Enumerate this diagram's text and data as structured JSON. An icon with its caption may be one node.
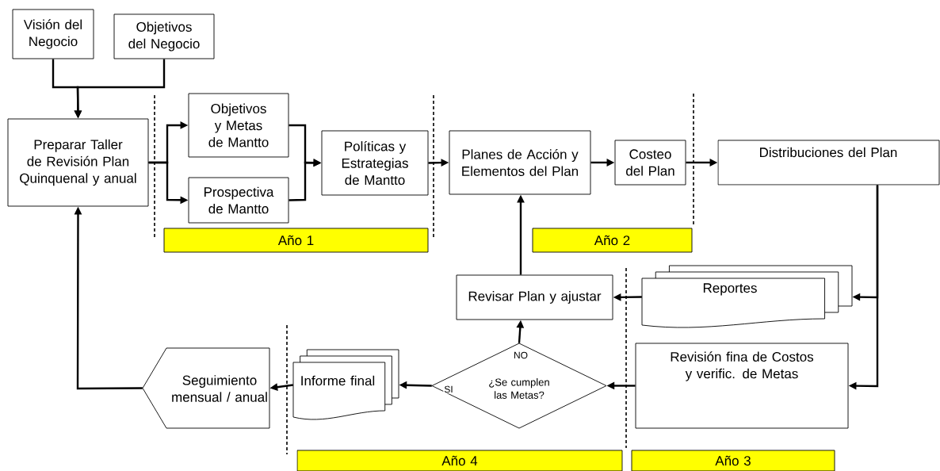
{
  "diagram": {
    "nodes": [
      {
        "text": [
          "Visión del Negocio"
        ]
      },
      {
        "text": [
          "Objetivos del Negocio"
        ]
      },
      {
        "text": [
          "Preparar Taller de Revisión Plan Quinquenal y anual"
        ]
      },
      {
        "text": [
          "Objetivos y Metas de Mantto"
        ]
      },
      {
        "text": [
          "Prospectiva de Mantto"
        ]
      },
      {
        "text": [
          "Políticas y Estrategias de Mantto"
        ]
      },
      {
        "text": [
          "Planes de Acción y Elementos del Plan"
        ]
      },
      {
        "text": [
          "Costeo del Plan"
        ]
      },
      {
        "text": [
          "Distribuciones del Plan"
        ]
      },
      {
        "text": [
          "Año 1"
        ]
      },
      {
        "text": [
          "Año 2"
        ]
      },
      {
        "text": [
          "Revisar Plan y ajustar"
        ]
      },
      {
        "text": [
          "Reportes"
        ]
      },
      {
        "text": [
          "Revisión fina de Costos y verific. de Metas"
        ]
      },
      {
        "text": [
          "¿Se cumplen las Metas?"
        ]
      },
      {
        "text": [
          "Informe final"
        ]
      },
      {
        "text": [
          "Seguimiento mensual / anual"
        ]
      },
      {
        "text": [
          "Año 4"
        ]
      },
      {
        "text": [
          "Año 3"
        ]
      }
    ],
    "edges": [
      {
        "from": 0,
        "to": 2,
        "arrow": "to"
      },
      {
        "from": 1,
        "to": 2,
        "arrow": "to"
      },
      {
        "from": 2,
        "to": 3,
        "arrow": "to"
      },
      {
        "from": 2,
        "to": 4,
        "arrow": "to"
      },
      {
        "from": 3,
        "to": 5,
        "arrow": "to"
      },
      {
        "from": 4,
        "to": 5,
        "arrow": "to"
      },
      {
        "from": 5,
        "to": 6,
        "arrow": "to"
      },
      {
        "from": 6,
        "to": 7,
        "arrow": "to"
      },
      {
        "from": 7,
        "to": 8,
        "arrow": "to"
      },
      {
        "from": 8,
        "to": 12,
        "arrow": "to"
      },
      {
        "from": 8,
        "to": 13,
        "arrow": "to"
      },
      {
        "from": 12,
        "to": 11,
        "arrow": "to"
      },
      {
        "from": 13,
        "to": 14,
        "arrow": "to"
      },
      {
        "from": 14,
        "to": 11,
        "arrow": "to",
        "label": "NO"
      },
      {
        "from": 14,
        "to": 15,
        "arrow": "to",
        "label": "SI"
      },
      {
        "from": 15,
        "to": 16,
        "arrow": "to"
      },
      {
        "from": 16,
        "to": 2,
        "arrow": "to"
      },
      {
        "from": 11,
        "to": 6,
        "arrow": "to"
      }
    ]
  }
}
